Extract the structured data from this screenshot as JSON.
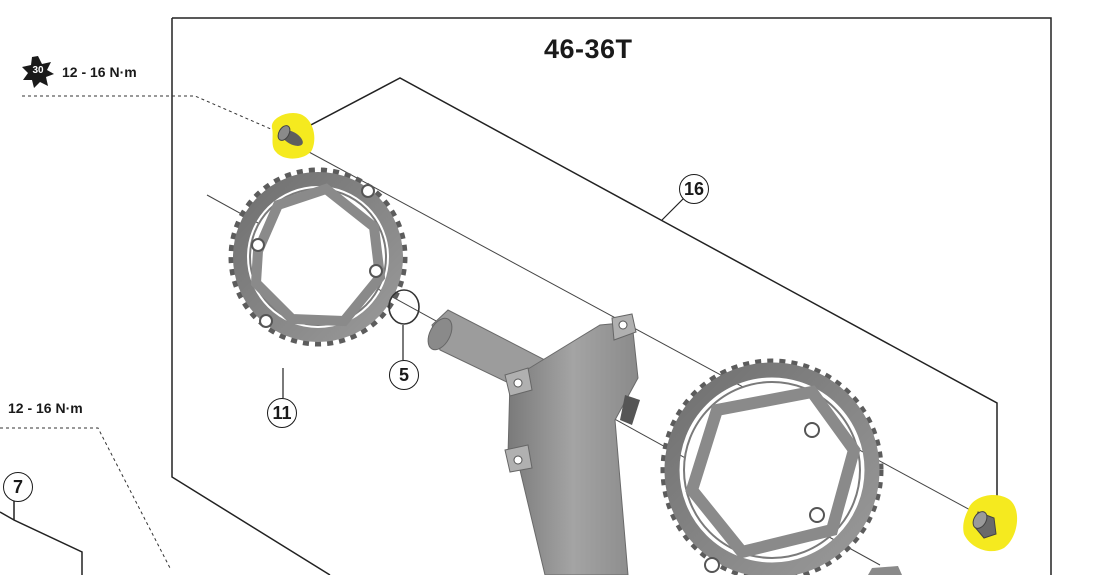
{
  "title": "46-36T",
  "torque": {
    "top": "12 - 16 N·m",
    "left": "12 - 16 N·m",
    "tool_size": "30"
  },
  "callouts": {
    "c16": "16",
    "c5": "5",
    "c11": "11",
    "c7": "7"
  },
  "colors": {
    "highlight": "#f5ea1f",
    "part_gray": "#8a8a8a",
    "line": "#1a1a1a"
  }
}
